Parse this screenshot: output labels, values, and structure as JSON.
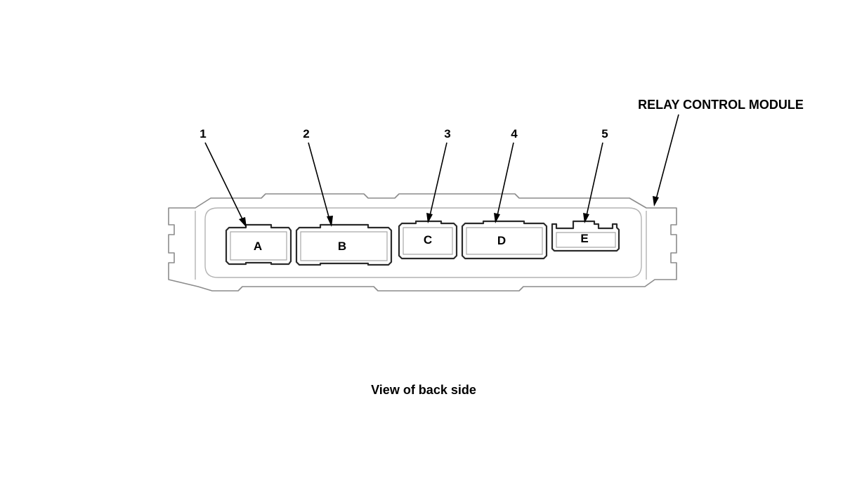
{
  "module_label": "RELAY CONTROL MODULE",
  "caption": "View of back side",
  "connectors": [
    {
      "letter": "A",
      "callout": "1"
    },
    {
      "letter": "B",
      "callout": "2"
    },
    {
      "letter": "C",
      "callout": "3"
    },
    {
      "letter": "D",
      "callout": "4"
    },
    {
      "letter": "E",
      "callout": "5"
    }
  ],
  "colors": {
    "outline": "#2b2b2b",
    "housing": "#8c8c8c",
    "text": "#000000"
  }
}
